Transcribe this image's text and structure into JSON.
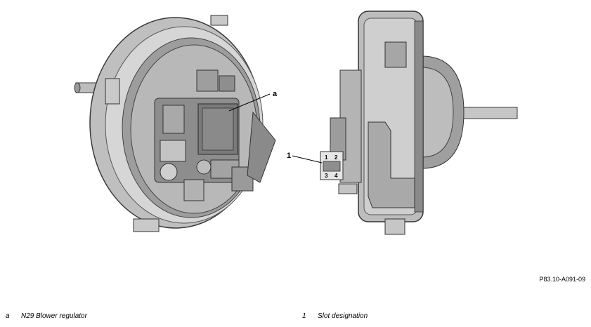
{
  "callouts": {
    "a": "a",
    "one": "1"
  },
  "connector_pins": [
    "1",
    "2",
    "3",
    "4"
  ],
  "figure_id": "P83.10-A091-09",
  "legend": [
    {
      "key": "a",
      "text": "N29 Blower regulator"
    },
    {
      "key": "1",
      "text": "Slot designation"
    }
  ],
  "colors": {
    "housing_light": "#cfcfcf",
    "housing_mid": "#a8a8a8",
    "housing_dark": "#6e6e6e",
    "outline": "#3a3a3a"
  }
}
